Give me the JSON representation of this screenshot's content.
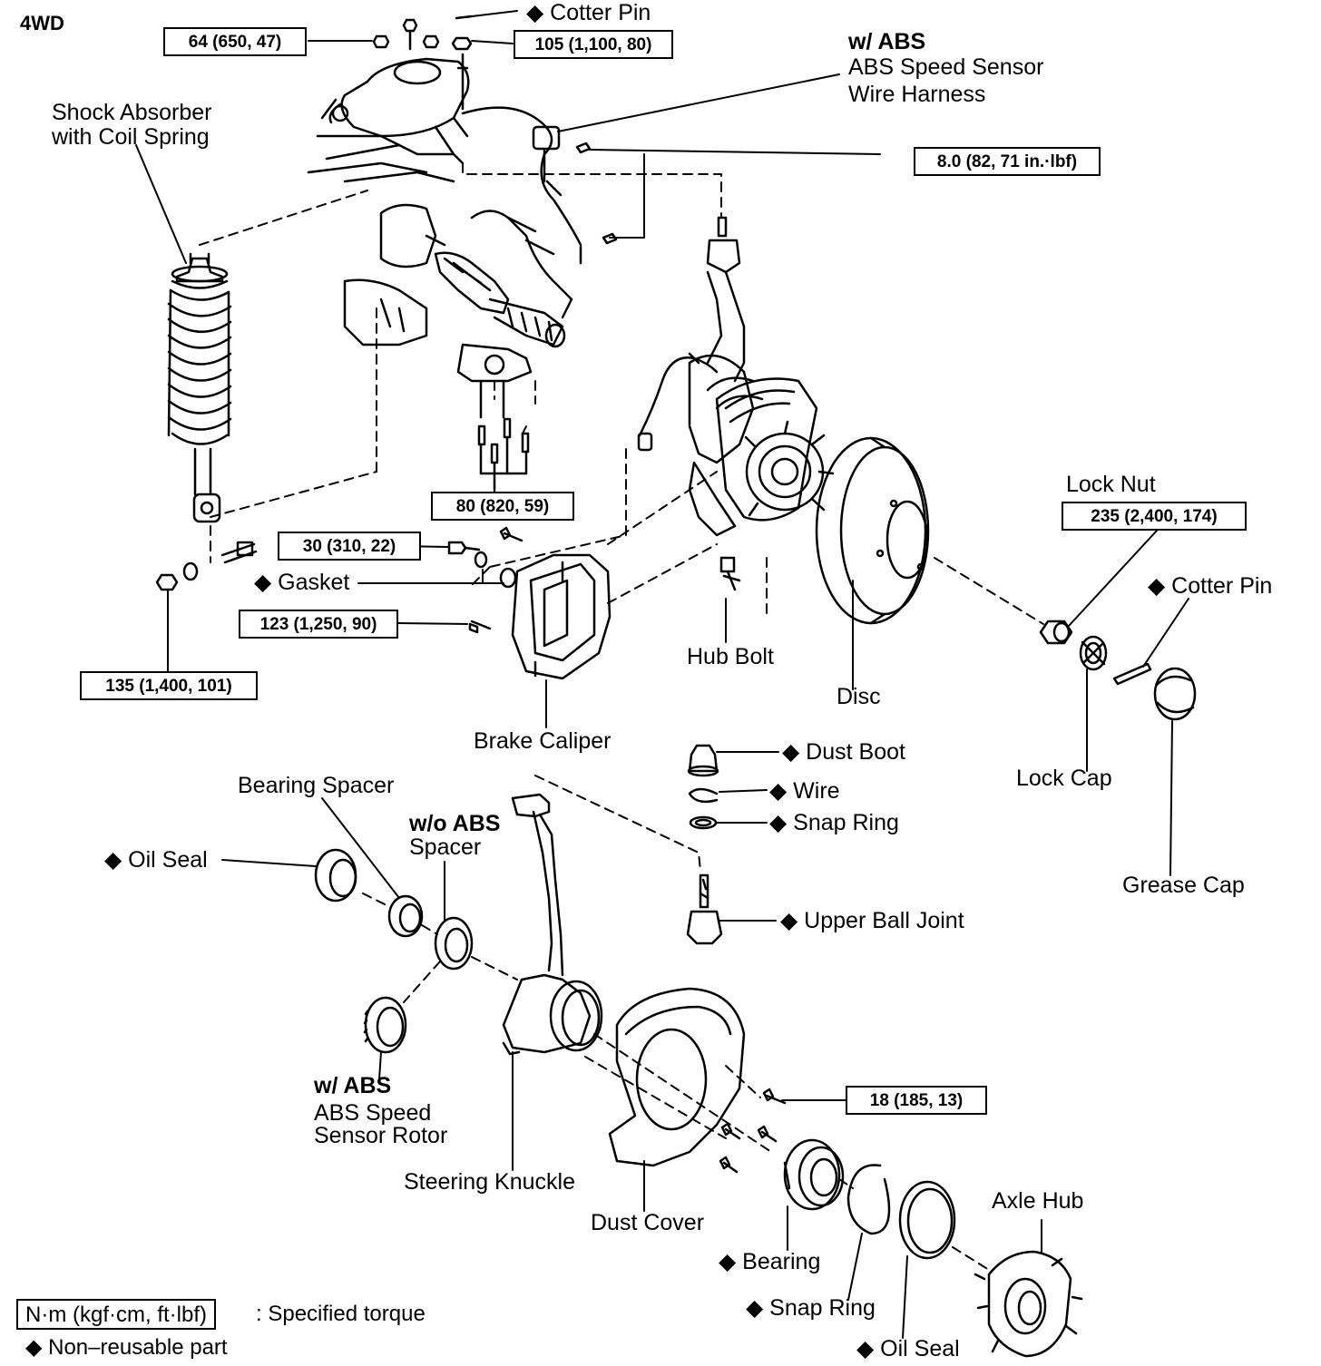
{
  "title": "4WD",
  "torque_specs": {
    "t64": "64 (650, 47)",
    "t105": "105 (1,100, 80)",
    "t8": "8.0 (82, 71 in.·lbf)",
    "t80": "80 (820, 59)",
    "t30": "30 (310, 22)",
    "t123": "123 (1,250, 90)",
    "t135": "135 (1,400, 101)",
    "t235": "235 (2,400, 174)",
    "t18": "18 (185, 13)"
  },
  "labels": {
    "cotter_pin_top": "◆ Cotter Pin",
    "w_abs_1": "w/  ABS",
    "abs_harness_1": "ABS Speed Sensor",
    "abs_harness_2": "Wire Harness",
    "shock_1": "Shock Absorber",
    "shock_2": "with Coil Spring",
    "gasket": "◆ Gasket",
    "hub_bolt": "Hub Bolt",
    "disc": "Disc",
    "lock_nut": "Lock Nut",
    "cotter_pin_right": "◆ Cotter Pin",
    "brake_caliper": "Brake Caliper",
    "dust_boot": "◆ Dust Boot",
    "wire": "◆ Wire",
    "snap_ring_upper": "◆ Snap Ring",
    "lock_cap": "Lock Cap",
    "grease_cap": "Grease Cap",
    "upper_ball_joint": "◆ Upper Ball Joint",
    "bearing_spacer": "Bearing Spacer",
    "oil_seal_left": "◆ Oil Seal",
    "wo_abs": "w/o ABS",
    "spacer": "Spacer",
    "w_abs_2": "w/  ABS",
    "abs_rotor_1": "ABS Speed",
    "abs_rotor_2": "Sensor Rotor",
    "steering_knuckle": "Steering Knuckle",
    "dust_cover": "Dust Cover",
    "bearing": "◆ Bearing",
    "snap_ring_lower": "◆ Snap Ring",
    "oil_seal_lower": "◆ Oil Seal",
    "axle_hub": "Axle Hub"
  },
  "legend": {
    "unit_box": "N·m (kgf·cm, ft·lbf)",
    "unit_text": ": Specified torque",
    "non_reusable": "◆ Non–reusable part"
  }
}
